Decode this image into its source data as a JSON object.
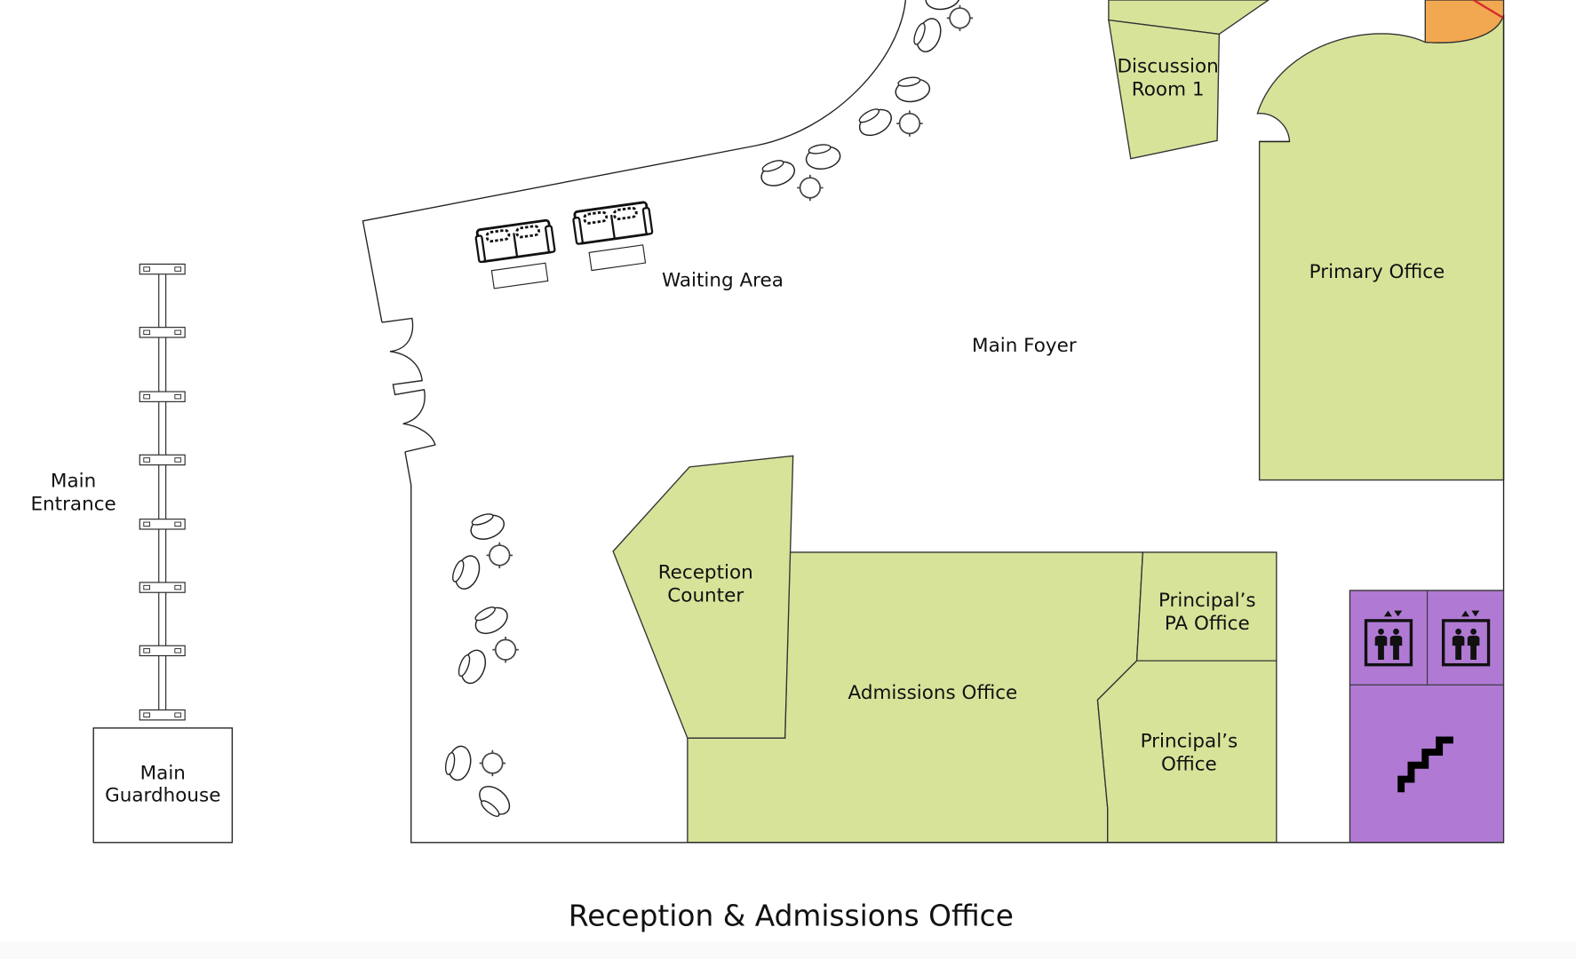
{
  "title": "Reception & Admissions Office",
  "colors": {
    "office": "#d8e39a",
    "lift": "#b07ad4",
    "orange": "#f2a850",
    "red": "#d42a2a",
    "footer": "#fafafa"
  },
  "labels": {
    "main_entrance": [
      "Main",
      "Entrance"
    ],
    "main_guardhouse": [
      "Main",
      "Guardhouse"
    ],
    "waiting_area": "Waiting Area",
    "main_foyer": "Main Foyer",
    "discussion_room": [
      "Discussion",
      "Room 1"
    ],
    "primary_office": "Primary Office",
    "reception_counter": [
      "Reception",
      "Counter"
    ],
    "admissions_office": "Admissions Office",
    "principals_pa_office": [
      "Principal’s",
      "PA Office"
    ],
    "principals_office": [
      "Principal’s",
      "Office"
    ]
  },
  "icons": [
    "elevator-icon",
    "elevator-icon",
    "stairs-icon",
    "sofa-icon",
    "chair-table-icon",
    "gate-icon",
    "door-icon"
  ]
}
